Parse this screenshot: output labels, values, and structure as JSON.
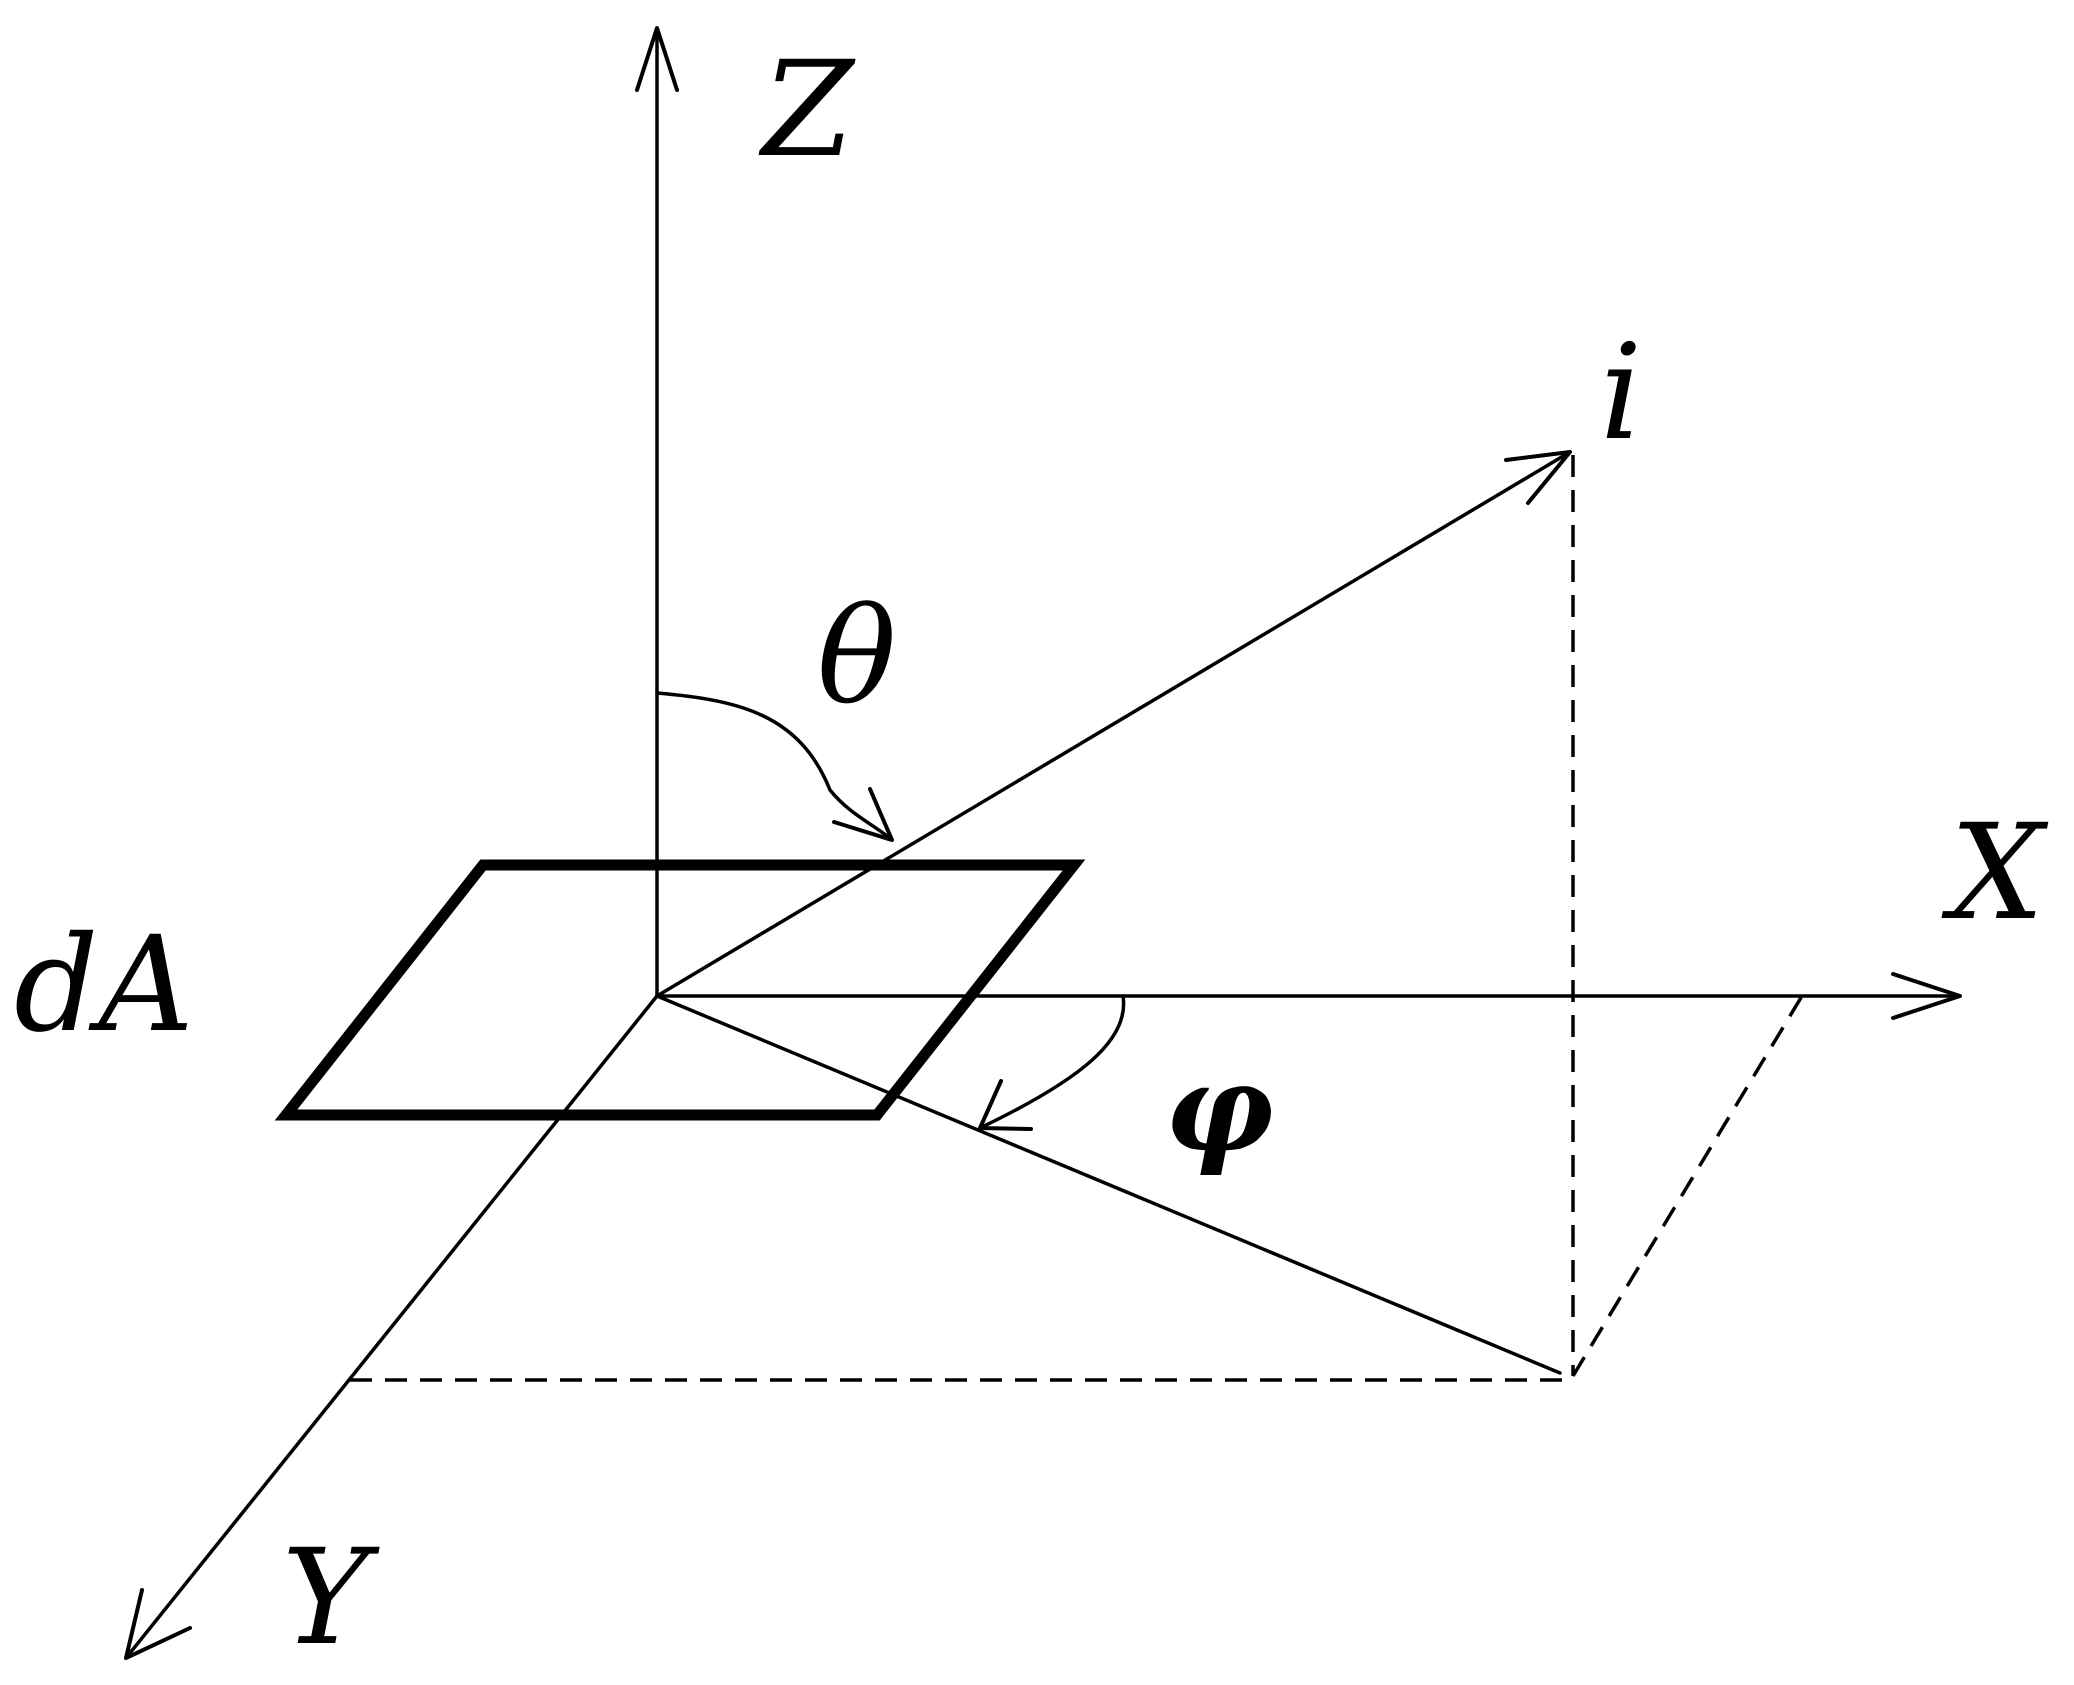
{
  "labels": {
    "z_axis": "Z",
    "x_axis": "X",
    "y_axis": "Y",
    "direction": "i",
    "polar_angle": "θ",
    "azimuth_angle": "φ",
    "area_element": "dA"
  },
  "colors": {
    "stroke": "#000000",
    "background": "#ffffff"
  }
}
